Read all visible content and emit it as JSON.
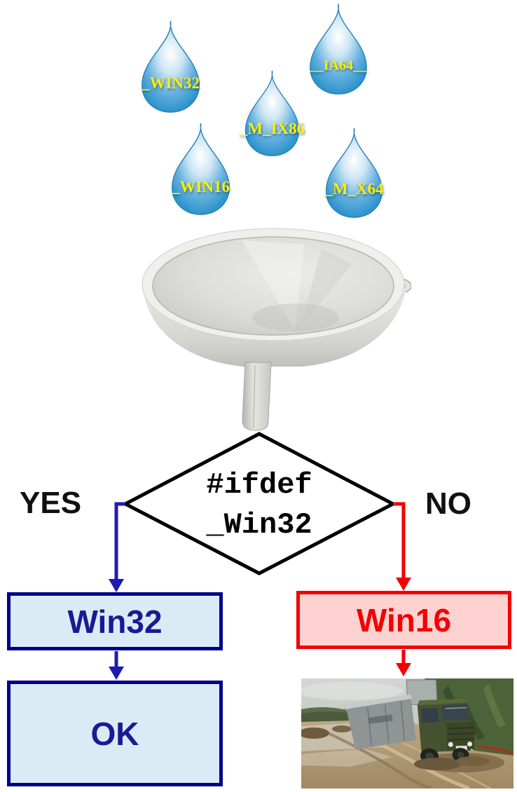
{
  "drops": [
    {
      "label": "_WIN32"
    },
    {
      "label": "__IA64__"
    },
    {
      "label": "_M_IX86"
    },
    {
      "label": "_WIN16"
    },
    {
      "label": "_M_X64"
    }
  ],
  "decision": {
    "line1": "#ifdef",
    "line2": "_Win32"
  },
  "branch_yes": {
    "label": "YES"
  },
  "branch_no": {
    "label": "NO"
  },
  "nodes": {
    "win32": {
      "label": "Win32"
    },
    "ok": {
      "label": "OK"
    },
    "win16": {
      "label": "Win16"
    }
  },
  "colors": {
    "yes_branch_blue": "#1d1bb0",
    "no_branch_red": "#f40000",
    "blue_box_fill": "#d9ecf5",
    "blue_box_border": "#00008b",
    "blue_box_text": "#1b1a94",
    "red_box_fill": "#ffd2d2",
    "red_box_border": "#f40000",
    "drop_label_yellow": "#ffee00",
    "diamond_border": "#000000"
  }
}
